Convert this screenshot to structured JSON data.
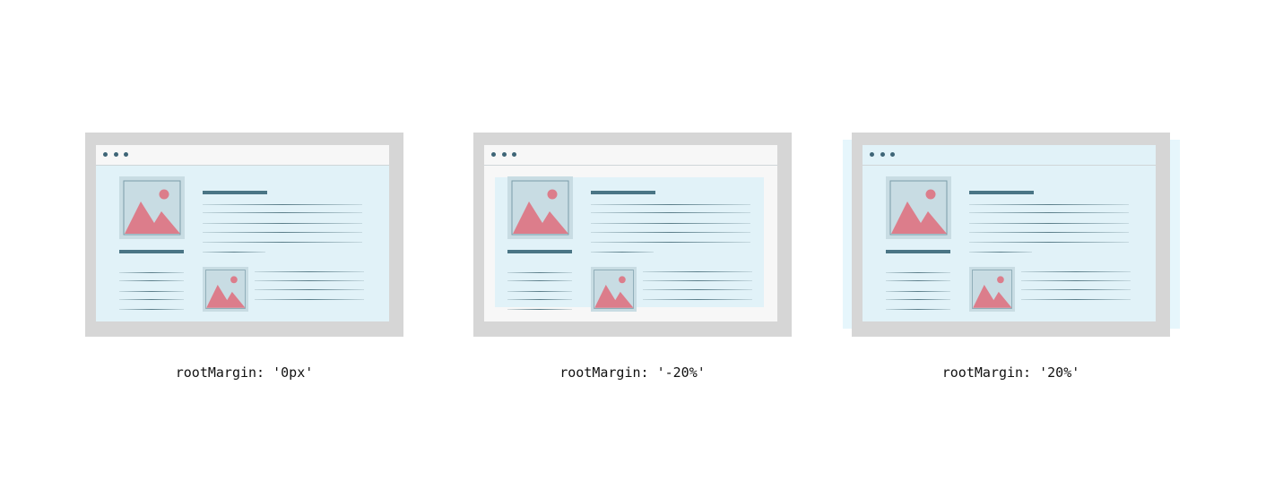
{
  "captions": [
    "rootMargin: '0px'",
    "rootMargin: '-20%'",
    "rootMargin: '20%'"
  ],
  "colors": {
    "frame": "#d6d6d6",
    "window": "#f7f7f7",
    "root_area": "#e1f2f8",
    "image_box": "#c8dce3",
    "image_shape": "#dc7d8b",
    "text_bar": "#4a7585",
    "dots": "#3e6577"
  },
  "icons": [
    "window-dots-icon",
    "image-placeholder-icon"
  ]
}
